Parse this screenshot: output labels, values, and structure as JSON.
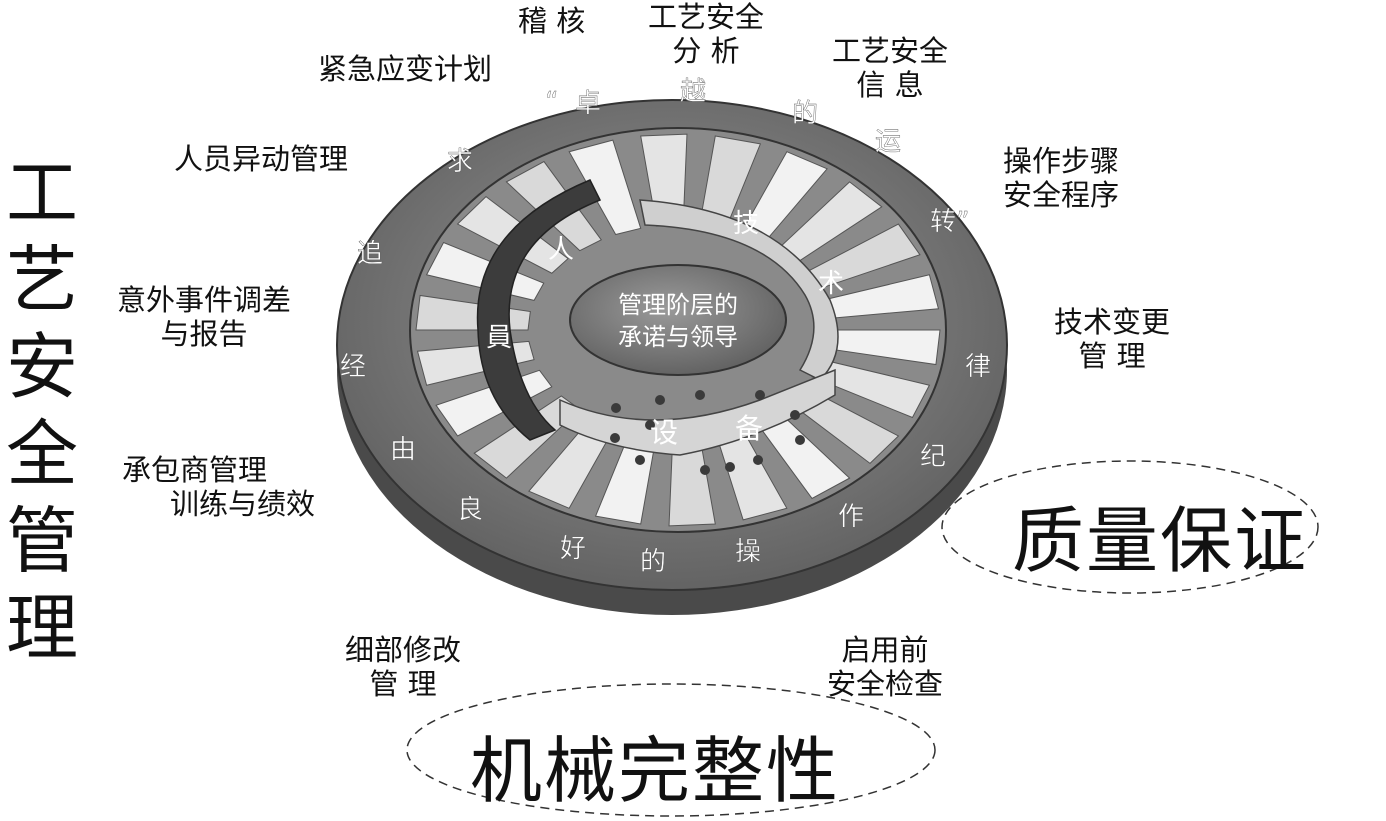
{
  "title_vertical": [
    "工",
    "艺",
    "安",
    "全",
    "管",
    "理"
  ],
  "elements": {
    "audit": "稽 核",
    "pha": [
      "工艺安全",
      "分 析"
    ],
    "psi": [
      "工艺安全",
      "信 息"
    ],
    "emergency": "紧急应变计划",
    "personnel_change": "人员异动管理",
    "sop": [
      "操作步骤",
      "安全程序"
    ],
    "incident": [
      "意外事件调差",
      "与报告"
    ],
    "moc": [
      "技术变更",
      "管 理"
    ],
    "contractor": [
      "承包商管理",
      "训练与绩效"
    ],
    "subtle_change": [
      "细部修改",
      "管 理"
    ],
    "pssr": [
      "启用前",
      "安全检查"
    ]
  },
  "quality_assurance": "质量保证",
  "mechanical_integrity": "机械完整性",
  "wheel": {
    "ring_text": [
      "经",
      "由",
      "良",
      "好",
      "的",
      "操",
      "作",
      "纪",
      "律",
      "转”",
      "运",
      "的",
      "越",
      "卓",
      "“",
      "追",
      "求"
    ],
    "hub": [
      "管理阶层的",
      "承诺与领导"
    ],
    "people": [
      "人",
      "員"
    ],
    "technology": [
      "技",
      "术"
    ],
    "equipment": [
      "设",
      "备"
    ]
  }
}
